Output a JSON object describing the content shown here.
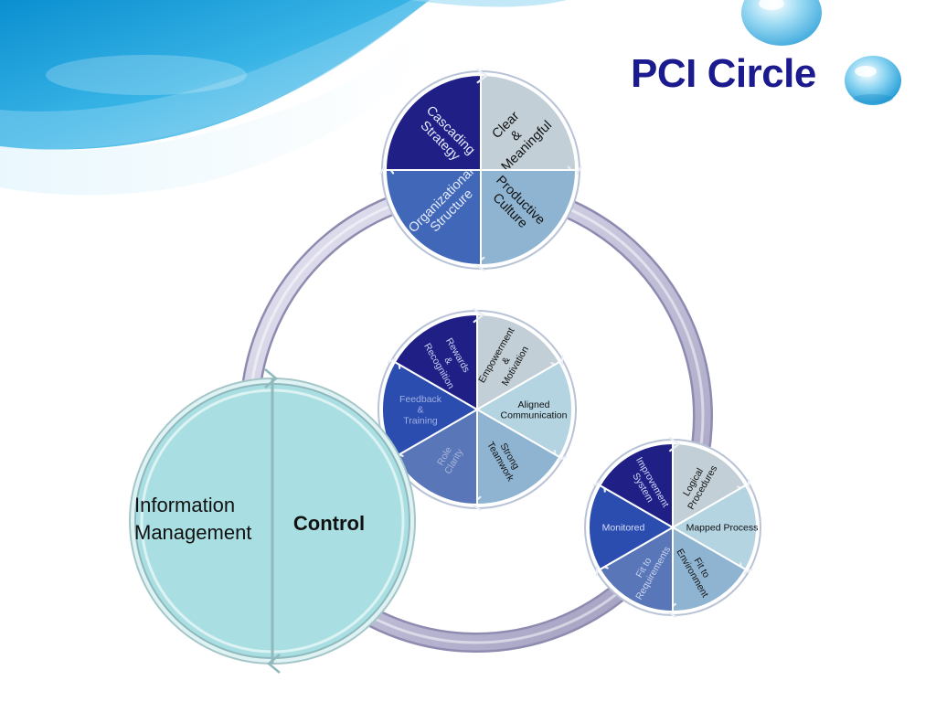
{
  "title": "PCI Circle",
  "colors": {
    "title": "#1b1b8f",
    "ring": "#c9c7de",
    "dark_navy": "#1f1f86",
    "mid_blue": "#2c4db0",
    "steel_blue": "#5876b8",
    "light_blue": "#8fb4d1",
    "pale_gray": "#c2cfd6",
    "teal": "#a9dfe2"
  },
  "clusters": {
    "top": {
      "segments": [
        {
          "label": "Clear\n&\nMeaningful",
          "color": "#c2cfd6",
          "text_color": "#111111"
        },
        {
          "label": "Productive\nCulture",
          "color": "#8fb4d1",
          "text_color": "#111111"
        },
        {
          "label": "Organizational\nStructure",
          "color": "#4067b8",
          "text_color": "#e6ecff"
        },
        {
          "label": "Cascading\nStrategy",
          "color": "#1f1f86",
          "text_color": "#e6ecff"
        }
      ]
    },
    "middle": {
      "segments": [
        {
          "label": "Empowerment\n&\nMotivation",
          "color": "#c2cfd6",
          "text_color": "#111111"
        },
        {
          "label": "Aligned\nCommunication",
          "color": "#b4d4e2",
          "text_color": "#111111"
        },
        {
          "label": "Strong\nTeamwork",
          "color": "#8fb4d1",
          "text_color": "#111111"
        },
        {
          "label": "Role\nClarity",
          "color": "#5876b8",
          "text_color": "#a9b6d8"
        },
        {
          "label": "Feedback\n&\nTraining",
          "color": "#2c4db0",
          "text_color": "#9fb0e0"
        },
        {
          "label": "Rewards\n&\nRecognition",
          "color": "#1f1f86",
          "text_color": "#c9d2f0"
        }
      ]
    },
    "right": {
      "segments": [
        {
          "label": "Logical\nProcedures",
          "color": "#c2cfd6",
          "text_color": "#111111"
        },
        {
          "label": "Mapped Process",
          "color": "#b4d4e2",
          "text_color": "#111111"
        },
        {
          "label": "Fit to\nEnvironment",
          "color": "#8fb4d1",
          "text_color": "#111111"
        },
        {
          "label": "Fit to\nRequirements",
          "color": "#5876b8",
          "text_color": "#c9d3ee"
        },
        {
          "label": "Monitored",
          "color": "#2c4db0",
          "text_color": "#d6defa"
        },
        {
          "label": "Improvement\nSystem",
          "color": "#1f1f86",
          "text_color": "#d6defa"
        }
      ]
    },
    "bottom_left": {
      "left_label": "Information\nManagement",
      "right_label": "Control",
      "color": "#a9dfe2"
    }
  }
}
